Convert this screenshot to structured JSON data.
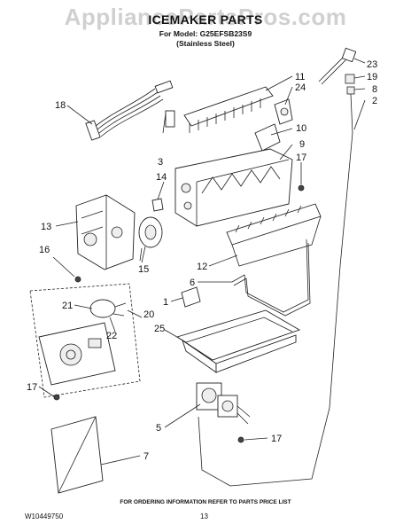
{
  "watermark": "AppliancePartsPros.com",
  "title": "ICEMAKER PARTS",
  "model_line_1": "For Model: G25EFSB23S9",
  "model_line_2": "(Stainless Steel)",
  "footer_note": "FOR ORDERING INFORMATION REFER TO PARTS PRICE LIST",
  "doc_number": "W10449750",
  "page_number": "13",
  "callouts": {
    "c23": "23",
    "c19": "19",
    "c8": "8",
    "c2": "2",
    "c11": "11",
    "c24": "24",
    "c18": "18",
    "c10": "10",
    "c9": "9",
    "c3": "3",
    "c17a": "17",
    "c14": "14",
    "c13": "13",
    "c16": "16",
    "c15": "15",
    "c12": "12",
    "c6": "6",
    "c1": "1",
    "c21": "21",
    "c20": "20",
    "c22": "22",
    "c25": "25",
    "c17b": "17",
    "c5": "5",
    "c17c": "17",
    "c7": "7"
  }
}
